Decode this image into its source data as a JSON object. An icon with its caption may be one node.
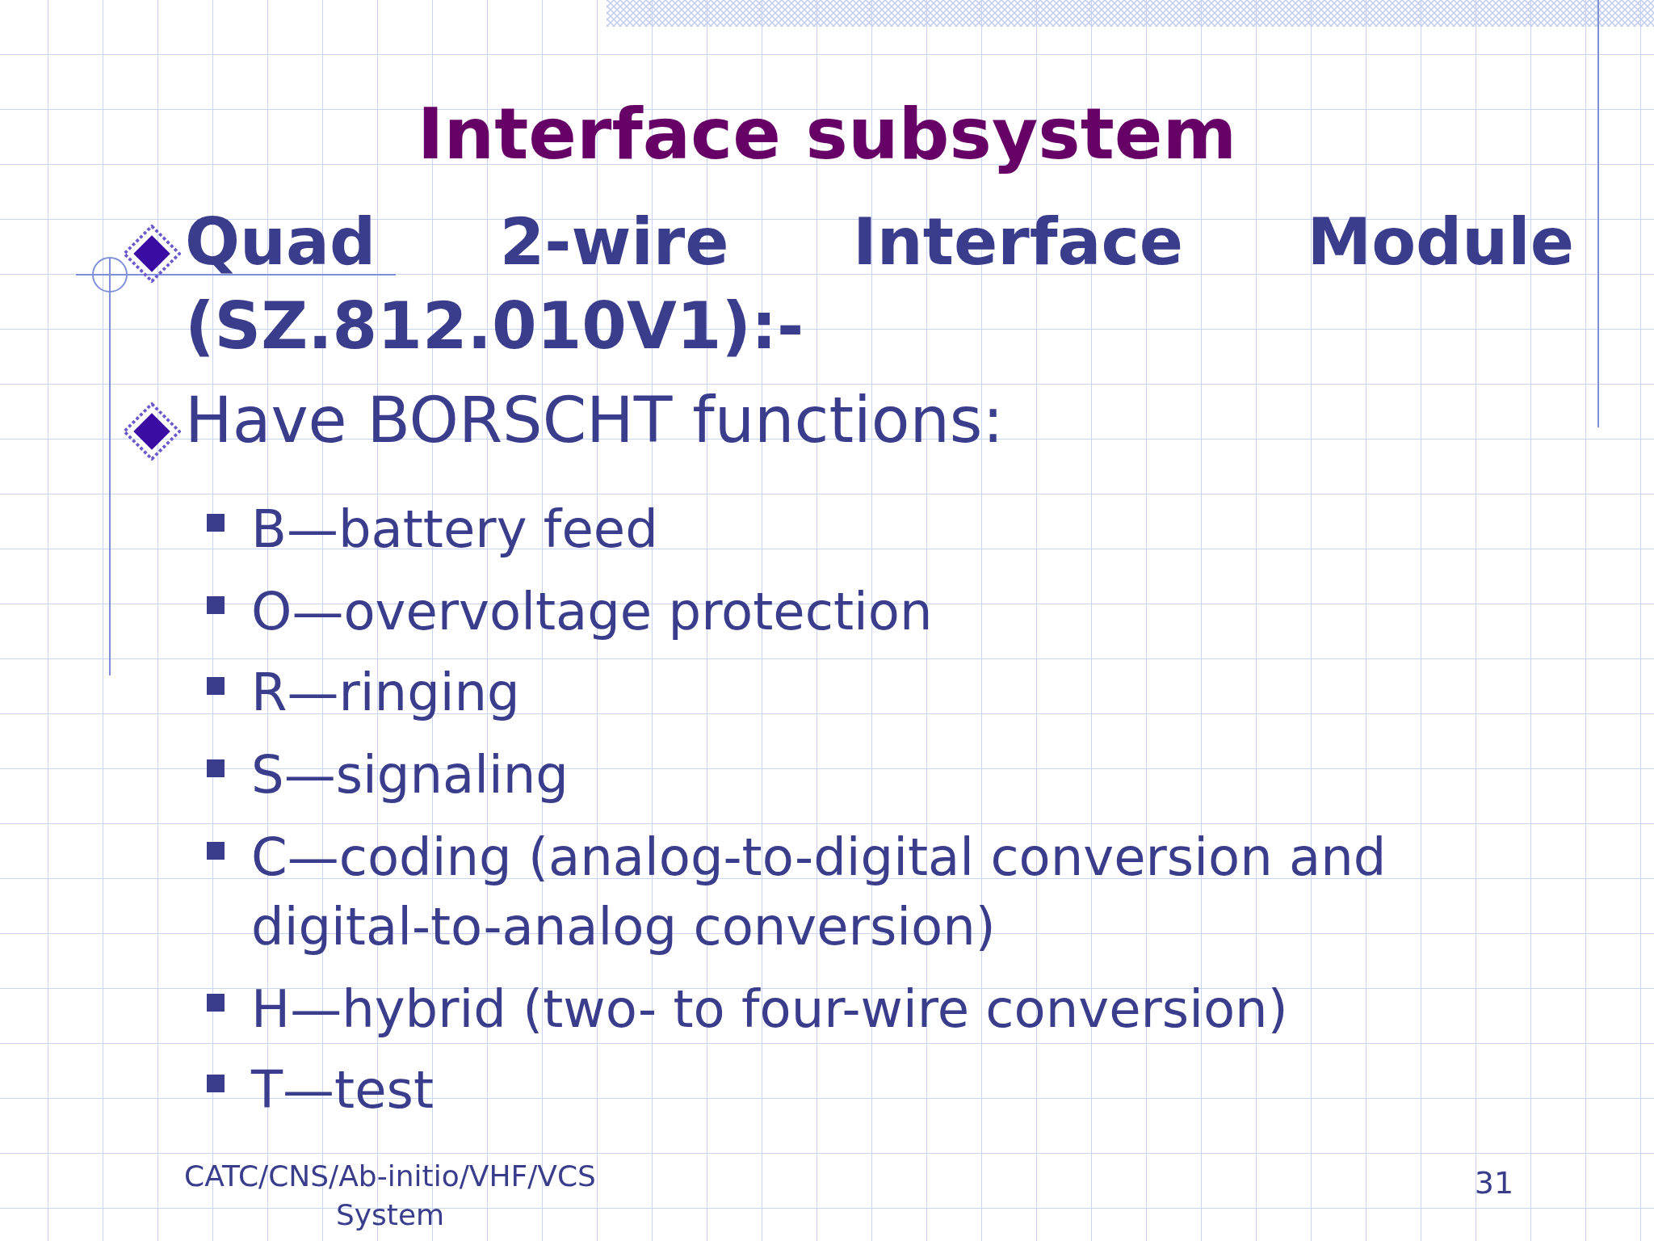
{
  "diagram": {
    "title": "Interface subsystem",
    "labels": [
      "Quad 2-wire Interface Module (SZ.812.010V1):-",
      "Have BORSCHT functions:",
      "B—battery feed",
      "O—overvoltage protection",
      "R—ringing",
      "S—signaling",
      "C—coding (analog-to-digital conversion and digital-to-analog conversion)",
      "H—hybrid (two- to four-wire conversion)",
      "T—test",
      "CATC/CNS/Ab-initio/VHF/VCS System",
      "31"
    ]
  }
}
